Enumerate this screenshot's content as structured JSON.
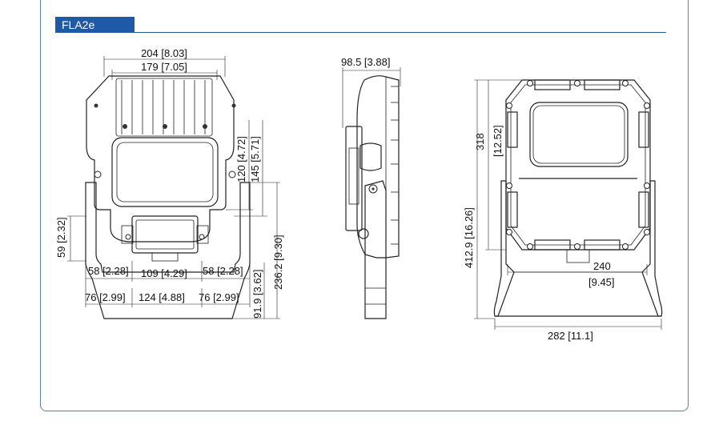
{
  "header": {
    "title": "FLA2e"
  },
  "front_view": {
    "width_overall": "204 [8.03]",
    "width_inner": "179 [7.05]",
    "height_120": "120 [4.72]",
    "height_145": "145 [5.71]",
    "height_59": "59 [2.32]",
    "height_236": "236.2 [9.30]",
    "height_91": "91.9 [3.62]",
    "bottom_58_left": "58 [2.28]",
    "bottom_109": "109 [4.29]",
    "bottom_58_right": "58 [2.28]",
    "bottom_76_left": "76 [2.99]",
    "bottom_124": "124 [4.88]",
    "bottom_76_right": "76 [2.99]"
  },
  "side_view": {
    "depth": "98.5 [3.88]"
  },
  "back_view": {
    "height_318_a": "318",
    "height_318_b": "[12.52]",
    "height_412": "412.9 [16.26]",
    "width_240_a": "240",
    "width_240_b": "[9.45]",
    "width_282": "282 [11.1]"
  }
}
